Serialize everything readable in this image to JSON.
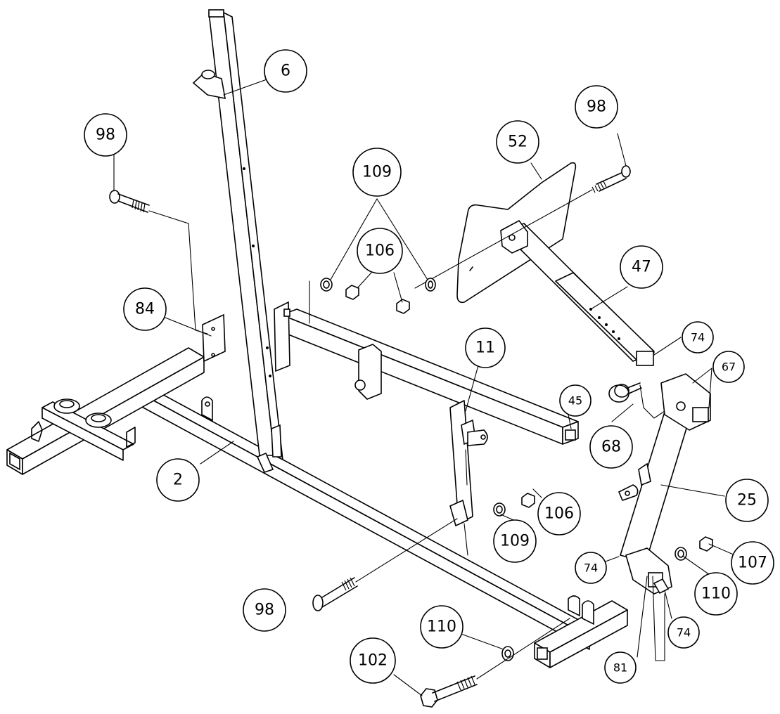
{
  "callouts": [
    {
      "id": "6",
      "label": "6"
    },
    {
      "id": "98a",
      "label": "98"
    },
    {
      "id": "98b",
      "label": "98"
    },
    {
      "id": "98c",
      "label": "98"
    },
    {
      "id": "52",
      "label": "52"
    },
    {
      "id": "109a",
      "label": "109"
    },
    {
      "id": "106a",
      "label": "106"
    },
    {
      "id": "47",
      "label": "47"
    },
    {
      "id": "84",
      "label": "84"
    },
    {
      "id": "11",
      "label": "11"
    },
    {
      "id": "74a",
      "label": "74"
    },
    {
      "id": "67",
      "label": "67"
    },
    {
      "id": "45",
      "label": "45"
    },
    {
      "id": "68",
      "label": "68"
    },
    {
      "id": "2",
      "label": "2"
    },
    {
      "id": "25",
      "label": "25"
    },
    {
      "id": "106b",
      "label": "106"
    },
    {
      "id": "109b",
      "label": "109"
    },
    {
      "id": "107",
      "label": "107"
    },
    {
      "id": "74b",
      "label": "74"
    },
    {
      "id": "110a",
      "label": "110"
    },
    {
      "id": "74c",
      "label": "74"
    },
    {
      "id": "110b",
      "label": "110"
    },
    {
      "id": "102",
      "label": "102"
    },
    {
      "id": "81",
      "label": "81"
    }
  ]
}
